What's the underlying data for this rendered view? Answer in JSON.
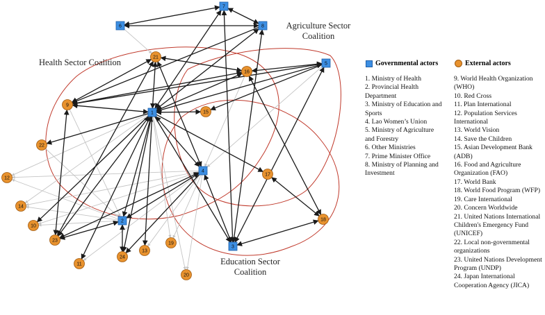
{
  "legend": {
    "governmental_label": "Governmental actors",
    "external_label": "External actors",
    "governmental_color": "#3c8ee2",
    "external_color": "#e8922e",
    "left_items": [
      "1. Ministry of Health",
      "2. Provincial Health Department",
      "3. Ministry of Education and Sports",
      "4. Lao Women’s Union",
      "5. Ministry of Agriculture and Forestry",
      "6. Other Ministries",
      "7. Prime Minister Office",
      "8. Ministry of Planning and Investment"
    ],
    "right_items": [
      "9. World Health Organization (WHO)",
      "10. Red Cross",
      "11. Plan International",
      "12. Population Services International",
      "13. World Vision",
      "14. Save the Children",
      "15. Asian Development Bank (ADB)",
      "16. Food and Agriculture Organization (FAO)",
      "17. World Bank",
      "18. World Food Program (WFP)",
      "19. Care International",
      "20. Concern Worldwide",
      "21. United Nations International Children's Emergency Fund (UNICEF)",
      "22. Local non-governmental organizations",
      "23. United Nations Development Program (UNDP)",
      "24. Japan International Cooperation Agency (JICA)"
    ]
  },
  "coalitions": {
    "health": "Health Sector Coalition",
    "agriculture": "Agriculture Sector Coalition",
    "education": "Education Sector Coalition",
    "boundary_color": "#c0392b"
  },
  "edge_colors": {
    "strong": "#1a1a1a",
    "weak": "#c4c4c4"
  },
  "nodes": [
    {
      "id": "1",
      "type": "gov"
    },
    {
      "id": "2",
      "type": "gov"
    },
    {
      "id": "3",
      "type": "gov"
    },
    {
      "id": "4",
      "type": "gov"
    },
    {
      "id": "5",
      "type": "gov"
    },
    {
      "id": "6",
      "type": "gov"
    },
    {
      "id": "7",
      "type": "gov"
    },
    {
      "id": "8",
      "type": "gov"
    },
    {
      "id": "9",
      "type": "ext"
    },
    {
      "id": "10",
      "type": "ext"
    },
    {
      "id": "11",
      "type": "ext"
    },
    {
      "id": "12",
      "type": "ext"
    },
    {
      "id": "13",
      "type": "ext"
    },
    {
      "id": "14",
      "type": "ext"
    },
    {
      "id": "15",
      "type": "ext"
    },
    {
      "id": "16",
      "type": "ext"
    },
    {
      "id": "17",
      "type": "ext"
    },
    {
      "id": "18",
      "type": "ext"
    },
    {
      "id": "19",
      "type": "ext"
    },
    {
      "id": "20",
      "type": "ext"
    },
    {
      "id": "21",
      "type": "ext"
    },
    {
      "id": "22",
      "type": "ext"
    },
    {
      "id": "23",
      "type": "ext"
    },
    {
      "id": "24",
      "type": "ext"
    }
  ],
  "edges_strong": [
    [
      "6",
      "7",
      "both"
    ],
    [
      "6",
      "8",
      "both"
    ],
    [
      "7",
      "8",
      "both"
    ],
    [
      "7",
      "1",
      "both"
    ],
    [
      "7",
      "3",
      "both"
    ],
    [
      "8",
      "1",
      "both"
    ],
    [
      "8",
      "3",
      "both"
    ],
    [
      "8",
      "9",
      "to"
    ],
    [
      "21",
      "1",
      "both"
    ],
    [
      "21",
      "9",
      "both"
    ],
    [
      "21",
      "16",
      "both"
    ],
    [
      "21",
      "23",
      "both"
    ],
    [
      "21",
      "4",
      "both"
    ],
    [
      "16",
      "5",
      "both"
    ],
    [
      "16",
      "9",
      "both"
    ],
    [
      "16",
      "1",
      "both"
    ],
    [
      "16",
      "18",
      "both"
    ],
    [
      "5",
      "1",
      "both"
    ],
    [
      "5",
      "15",
      "to"
    ],
    [
      "5",
      "3",
      "both"
    ],
    [
      "5",
      "9",
      "both"
    ],
    [
      "1",
      "9",
      "both"
    ],
    [
      "1",
      "15",
      "both"
    ],
    [
      "1",
      "17",
      "to"
    ],
    [
      "1",
      "4",
      "both"
    ],
    [
      "1",
      "2",
      "both"
    ],
    [
      "1",
      "24",
      "both"
    ],
    [
      "1",
      "23",
      "both"
    ],
    [
      "1",
      "22",
      "to"
    ],
    [
      "1",
      "13",
      "to"
    ],
    [
      "1",
      "11",
      "to"
    ],
    [
      "1",
      "3",
      "to"
    ],
    [
      "9",
      "23",
      "both"
    ],
    [
      "4",
      "2",
      "both"
    ],
    [
      "4",
      "23",
      "both"
    ],
    [
      "4",
      "3",
      "both"
    ],
    [
      "4",
      "24",
      "to"
    ],
    [
      "2",
      "24",
      "both"
    ],
    [
      "2",
      "23",
      "both"
    ],
    [
      "3",
      "18",
      "both"
    ],
    [
      "17",
      "18",
      "both"
    ],
    [
      "1",
      "10",
      "to"
    ]
  ],
  "edges_weak": [
    [
      "6",
      "21"
    ],
    [
      "8",
      "9"
    ],
    [
      "4",
      "12"
    ],
    [
      "4",
      "14"
    ],
    [
      "4",
      "10"
    ],
    [
      "4",
      "11"
    ],
    [
      "4",
      "13"
    ],
    [
      "4",
      "19"
    ],
    [
      "4",
      "20"
    ],
    [
      "4",
      "24"
    ],
    [
      "1",
      "12"
    ],
    [
      "1",
      "14"
    ],
    [
      "1",
      "19"
    ],
    [
      "2",
      "12"
    ],
    [
      "2",
      "14"
    ],
    [
      "2",
      "10"
    ],
    [
      "9",
      "2"
    ],
    [
      "5",
      "4"
    ],
    [
      "16",
      "4"
    ],
    [
      "22",
      "2"
    ],
    [
      "23",
      "2"
    ],
    [
      "1",
      "20"
    ]
  ]
}
